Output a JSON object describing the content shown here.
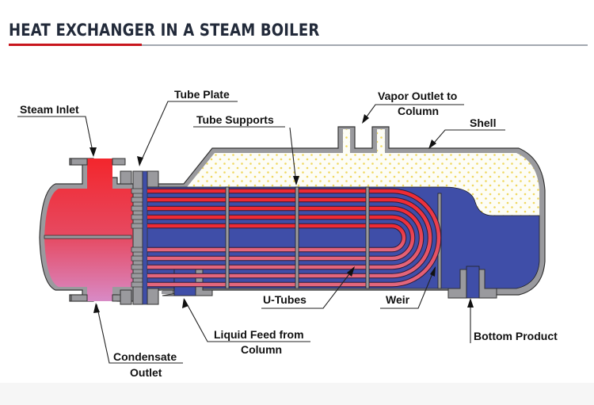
{
  "header": {
    "title": "HEAT EXCHANGER IN A STEAM BOILER",
    "accent_color": "#c8161d",
    "title_color": "#222a3a"
  },
  "diagram": {
    "colors": {
      "steam": "#f0282e",
      "condensate": "#d98cc8",
      "liquid": "#3f4ea8",
      "metal": "#9a9a9e",
      "vapor_dots": "#f2e07a",
      "tube_hot": "#ee2c35",
      "tube_cool": "#e35a70"
    },
    "labels": {
      "steam_inlet": "Steam Inlet",
      "tube_plate": "Tube Plate",
      "tube_supports": "Tube Supports",
      "vapor_outlet_line1": "Vapor Outlet to",
      "vapor_outlet_line2": "Column",
      "shell": "Shell",
      "u_tubes": "U-Tubes",
      "weir": "Weir",
      "liquid_feed_line1": "Liquid Feed from",
      "liquid_feed_line2": "Column",
      "condensate_line1": "Condensate",
      "condensate_line2": "Outlet",
      "bottom_product": "Bottom Product"
    }
  }
}
